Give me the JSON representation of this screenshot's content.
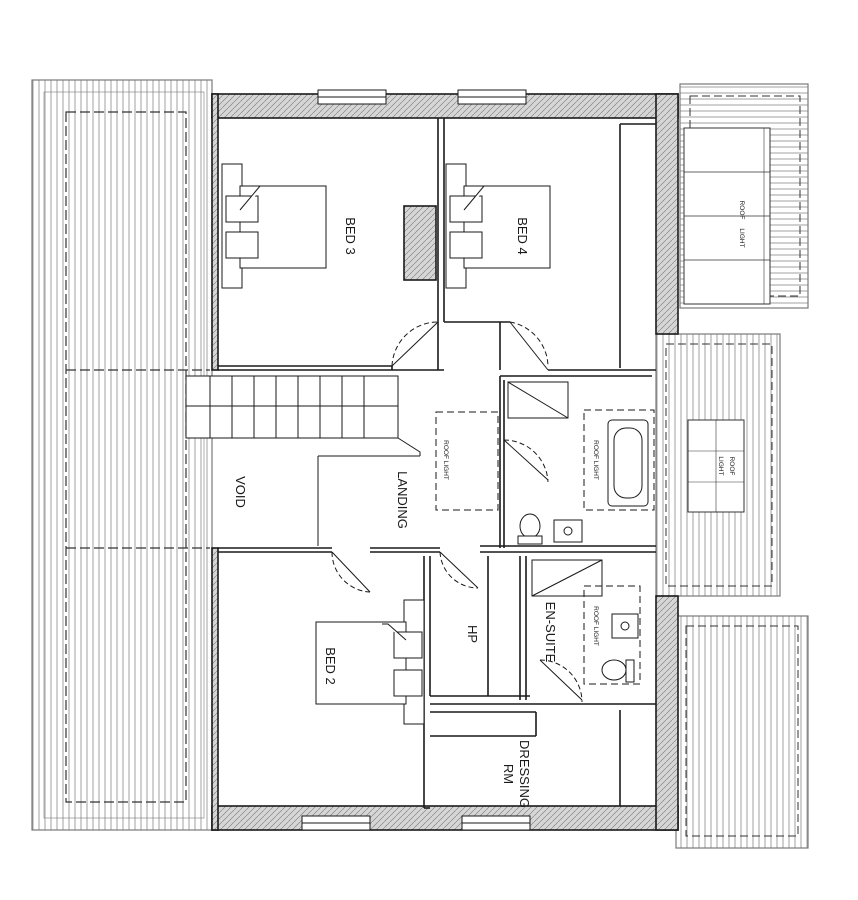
{
  "rooms": {
    "bed3": "BED 3",
    "bed4": "BED 4",
    "bed2": "BED 2",
    "landing": "LANDING",
    "void": "VOID",
    "hp": "HP",
    "ensuite": "EN-SUITE",
    "dressing_line1": "DRESSING",
    "dressing_line2": "RM"
  },
  "roof_lights": {
    "right_upper_a": "ROOF",
    "right_upper_b": "LIGHT",
    "right_middle_a": "ROOF",
    "right_middle_b": "LIGHT",
    "landing": "ROOF LIGHT",
    "bathroom": "ROOF LIGHT",
    "ensuite": "ROOF LIGHT"
  },
  "colors": {
    "wall_line": "#1a1a1a",
    "wall_fill": "#cfcfcf",
    "roof_line": "#7a7a7a"
  }
}
